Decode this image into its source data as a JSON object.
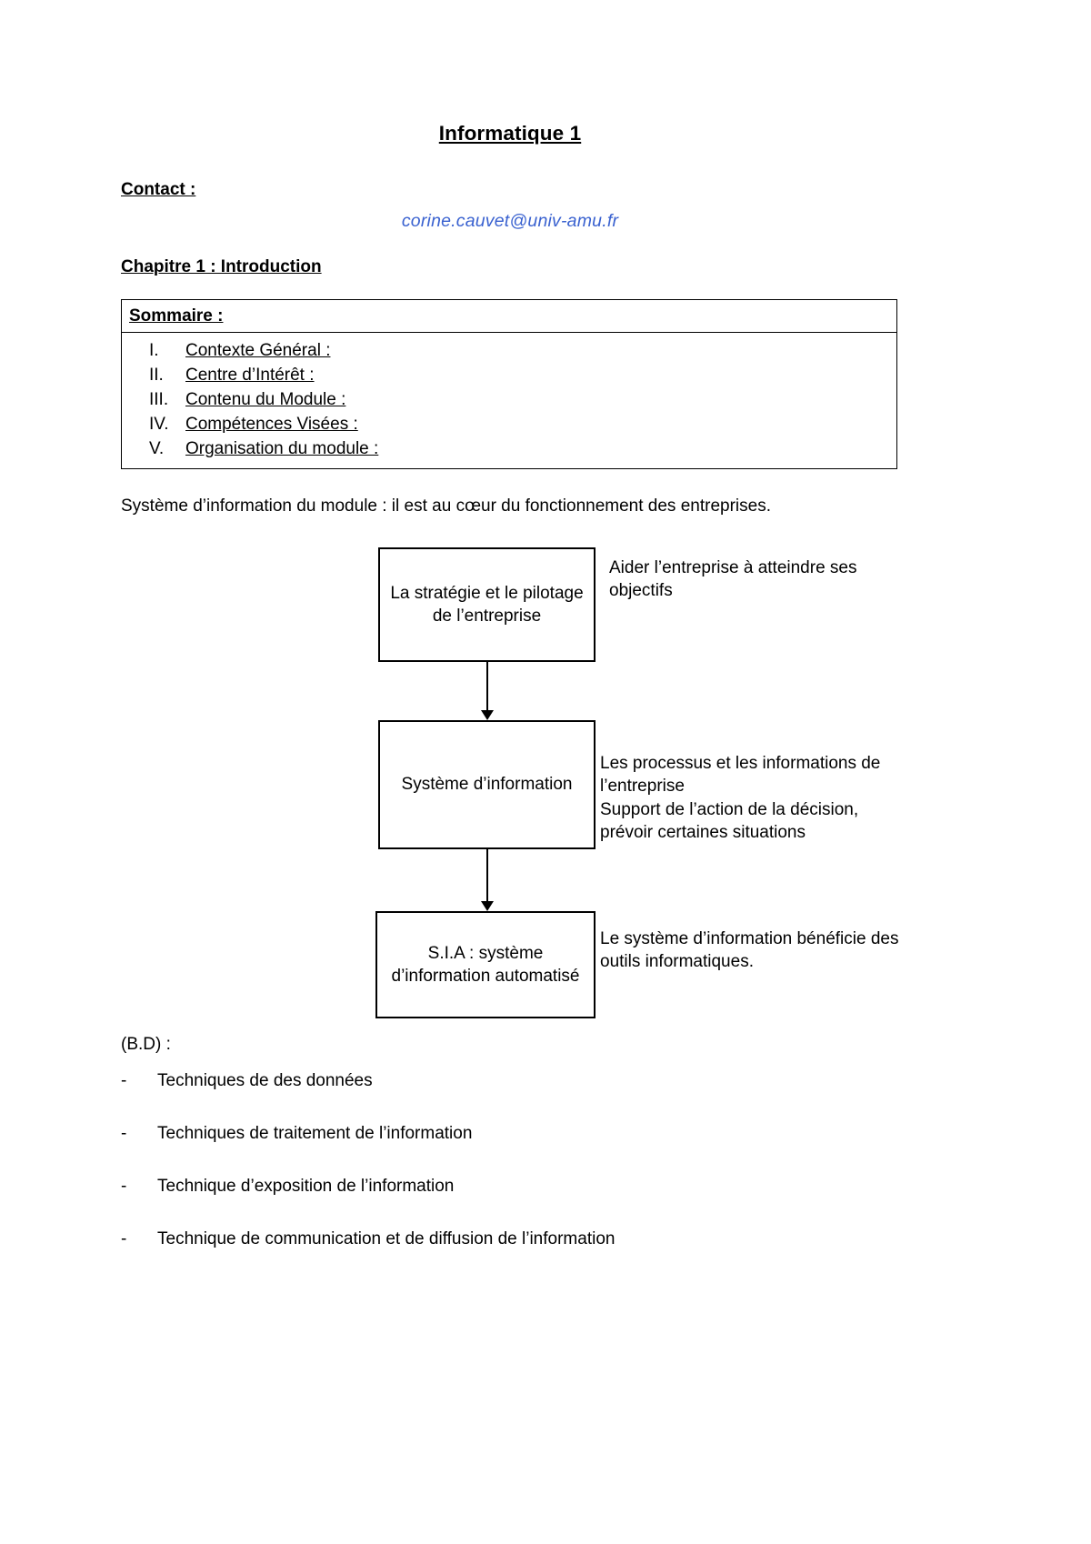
{
  "document": {
    "title": "Informatique 1",
    "contact": {
      "label": "Contact :",
      "email": "corine.cauvet@univ-amu.fr",
      "email_color": "#3a62d0"
    },
    "chapter_heading": "Chapitre 1 : Introduction",
    "sommaire": {
      "label": "Sommaire :",
      "items": [
        {
          "num": "I.",
          "text": "Contexte Général :"
        },
        {
          "num": "II.",
          "text": "Centre d’Intérêt :"
        },
        {
          "num": "III.",
          "text": "Contenu du Module :"
        },
        {
          "num": "IV.",
          "text": "Compétences Visées :"
        },
        {
          "num": "V.",
          "text": "Organisation du module :"
        }
      ]
    },
    "intro_sentence": "Système d’information du module : il est au cœur du fonctionnement des entreprises.",
    "diagram": {
      "nodes": [
        {
          "id": "strategy",
          "text": "La stratégie et le pilotage de l’entreprise"
        },
        {
          "id": "si",
          "text": "Système d’information"
        },
        {
          "id": "sia",
          "text": "S.I.A : système d’information automatisé"
        }
      ],
      "captions": [
        {
          "id": "strategy",
          "text": "Aider l’entreprise à atteindre ses objectifs"
        },
        {
          "id": "si",
          "text": "Les processus et les informations de l’entreprise\nSupport de l’action de la décision, prévoir certaines situations"
        },
        {
          "id": "sia",
          "text": "Le système d’information bénéficie des outils informatiques."
        }
      ]
    },
    "bd": {
      "label": "(B.D) :",
      "dash": "-",
      "items": [
        "Techniques de des données",
        "Techniques de traitement de l’information",
        "Technique d’exposition de l’information",
        "Technique de communication et de diffusion de l’information"
      ]
    }
  }
}
